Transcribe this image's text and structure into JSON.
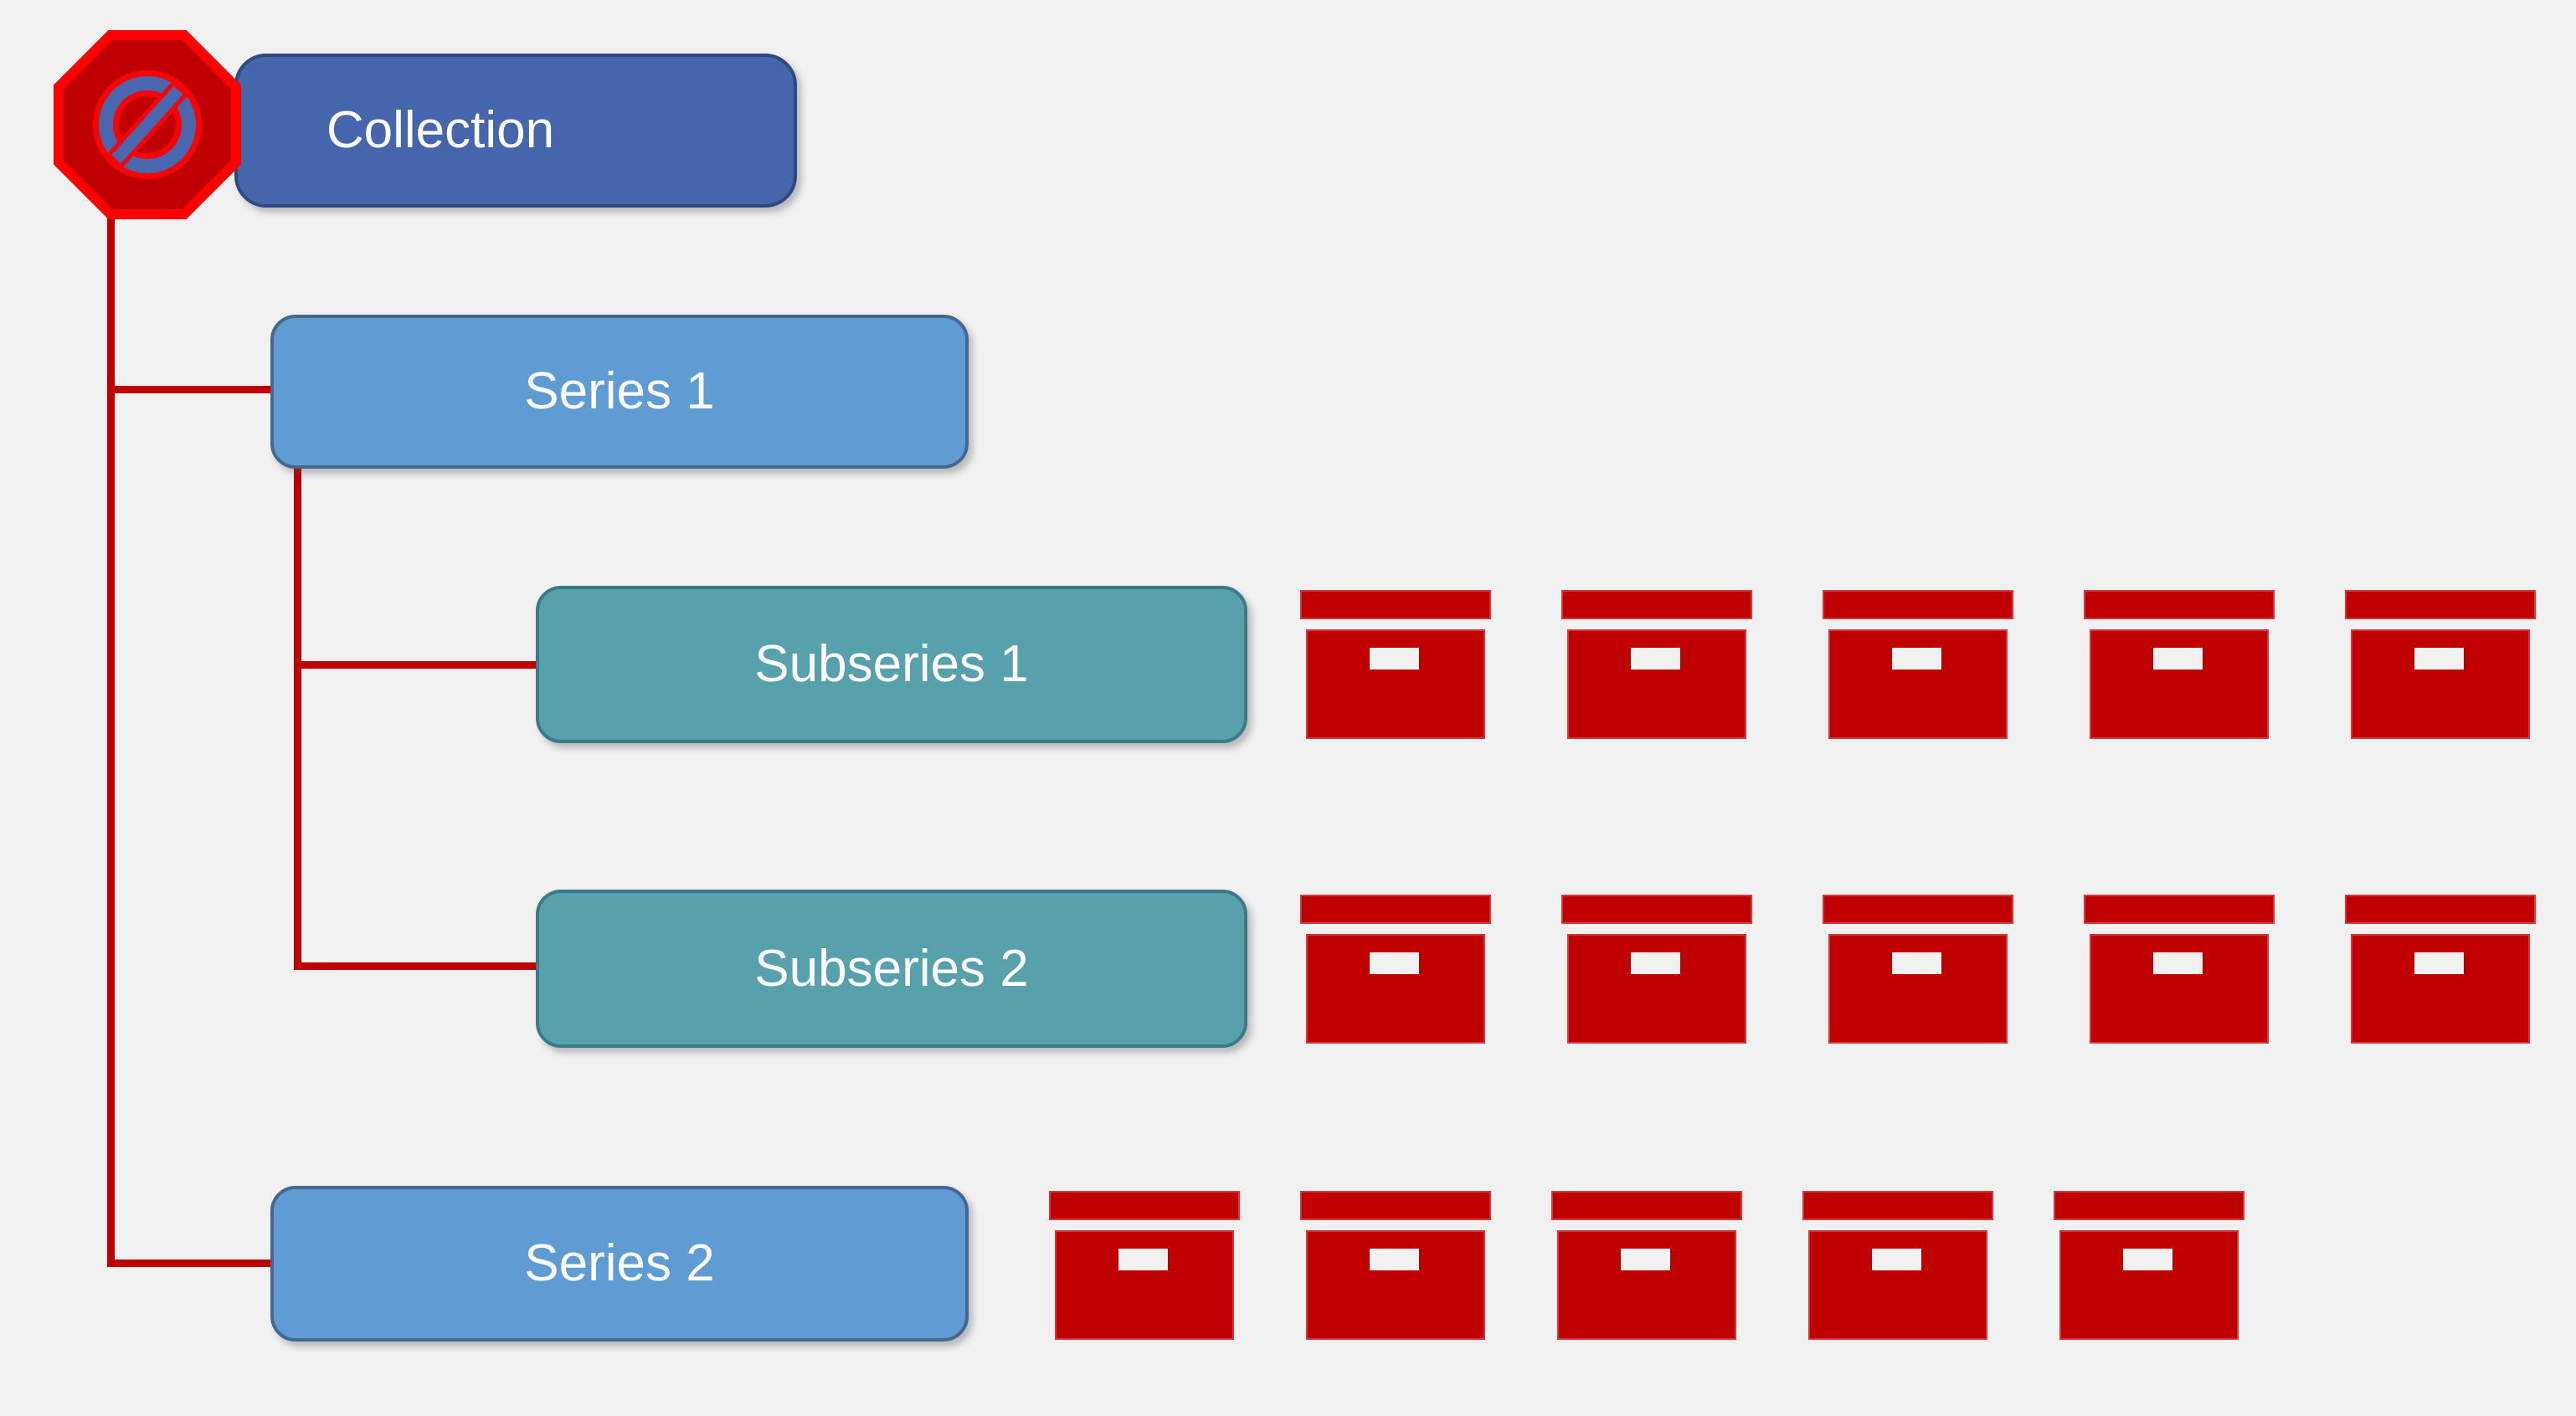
{
  "diagram": {
    "title": "collection-hierarchy-diagram",
    "nodes": {
      "collection": {
        "label": "Collection",
        "level": "collection"
      },
      "series1": {
        "label": "Series 1",
        "level": "series"
      },
      "subseries1": {
        "label": "Subseries 1",
        "level": "subseries"
      },
      "subseries2": {
        "label": "Subseries 2",
        "level": "subseries"
      },
      "series2": {
        "label": "Series 2",
        "level": "series"
      }
    },
    "icons": {
      "prohibition": "no-symbol-icon",
      "archive": "archive-box-icon"
    },
    "archive_rows": [
      {
        "parent": "Subseries 1",
        "box_count": 5
      },
      {
        "parent": "Subseries 2",
        "box_count": 5
      },
      {
        "parent": "Series 2",
        "box_count": 5
      }
    ],
    "colors": {
      "background": "#f1f1f2",
      "collection_fill": "#4565ac",
      "collection_border": "#2e4b7e",
      "series_fill": "#609cd4",
      "series_border": "#44688e",
      "subseries_fill": "#57a1ad",
      "subseries_border": "#3b7a87",
      "box_red": "#c00000",
      "bright_red": "#fe0000",
      "connector_red": "#c00000",
      "prohibition_blue": "#4867ae",
      "hole_color": "#f1f1f2",
      "text_color": "#ffffff"
    }
  }
}
